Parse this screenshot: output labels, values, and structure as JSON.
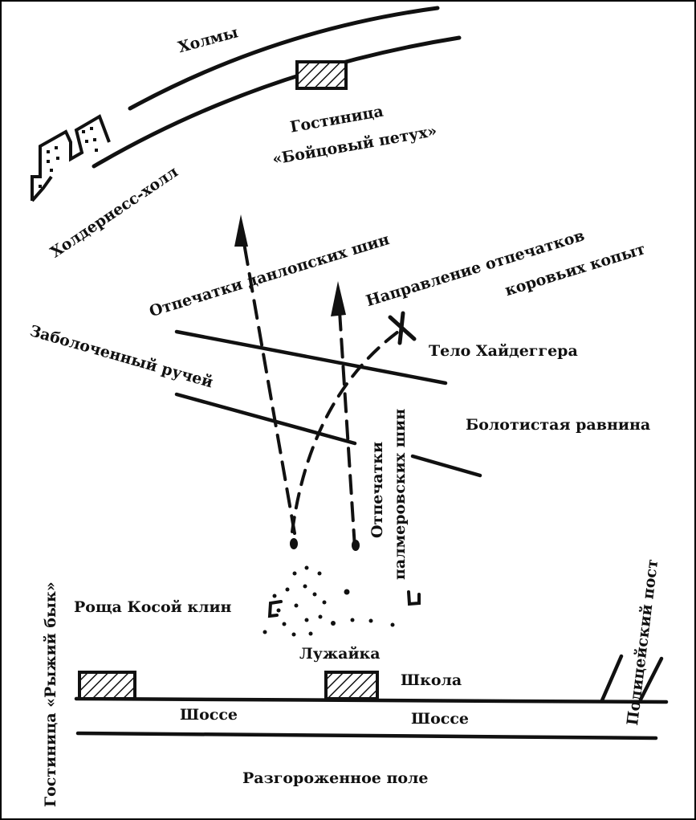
{
  "colors": {
    "ink": "#111111",
    "background": "#ffffff"
  },
  "labels": {
    "hills": "Холмы",
    "inn_fighting_cock_1": "Гостиница",
    "inn_fighting_cock_2": "«Бойцовый петух»",
    "holdernesse_hall": "Холдернесс-холл",
    "dunlop_tracks": "Отпечатки данлопских шин",
    "cow_tracks_1": "Направление отпечатков",
    "cow_tracks_2": "коровьих копыт",
    "heidegger_body": "Тело Хайдеггера",
    "marshy_stream": "Заболоченный ручей",
    "boggy_plain": "Болотистая равнина",
    "palmer_tracks_1": "Отпечатки",
    "palmer_tracks_2": "палмеровских шин",
    "grove": "Роща Косой клин",
    "lawn": "Лужайка",
    "school": "Школа",
    "highway_1": "Шоссе",
    "highway_2": "Шоссе",
    "police_post": "Полицейский пост",
    "red_bull_inn": "Гостиница «Рыжий бык»",
    "unfenced_field": "Разгороженное поле"
  }
}
